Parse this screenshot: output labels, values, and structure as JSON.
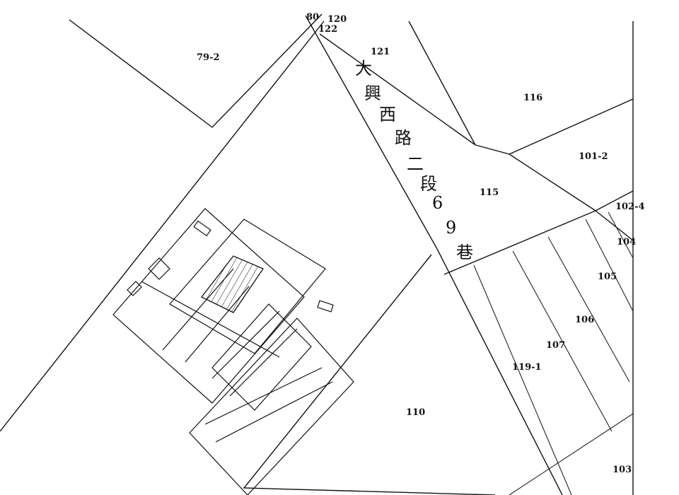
{
  "parcels": {
    "p80": "80",
    "p120": "120",
    "p122": "122",
    "p121": "121",
    "p79_2": "79-2",
    "p116": "116",
    "p101_2": "101-2",
    "p115": "115",
    "p102_4": "102-4",
    "p104": "104",
    "p105": "105",
    "p106": "106",
    "p107": "107",
    "p119_1": "119-1",
    "p110": "110",
    "p103": "103"
  },
  "road_name": {
    "c1": "大",
    "c2": "興",
    "c3": "西",
    "c4": "路",
    "c5": "二",
    "c6": "段",
    "c7": "6",
    "c8": "9",
    "c9": "巷"
  }
}
